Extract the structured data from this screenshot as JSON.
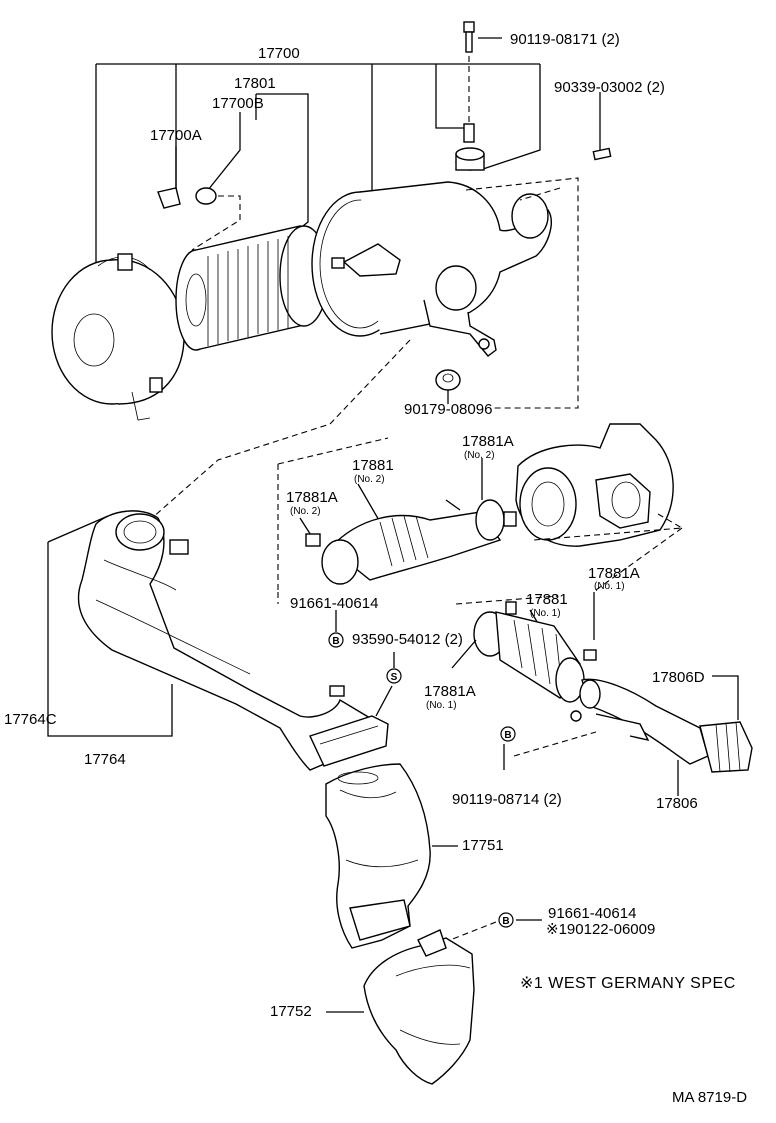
{
  "labels": {
    "p17700": "17700",
    "p17801": "17801",
    "p17700B": "17700B",
    "p17700A": "17700A",
    "p90119_08171": "90119-08171 (2)",
    "p90339_03002": "90339-03002 (2)",
    "p90179_08096": "90179-08096",
    "p17881_no2": "17881",
    "p17881_no2_sub": "(No. 2)",
    "p17881A_top": "17881A",
    "p17881A_top_sub": "(No. 2)",
    "p17881A_left": "17881A",
    "p17881A_left_sub": "(No. 2)",
    "p91661_40614_a": "91661-40614",
    "p93590_54012": "93590-54012 (2)",
    "p17881A_no1_right": "17881A",
    "p17881A_no1_right_sub": "(No. 1)",
    "p17881_no1": "17881",
    "p17881_no1_sub": "(No. 1)",
    "p17881A_no1_low": "17881A",
    "p17881A_no1_low_sub": "(No. 1)",
    "p17806D": "17806D",
    "p17764C": "17764C",
    "p17764": "17764",
    "p90119_08714": "90119-08714 (2)",
    "p17806": "17806",
    "p17751": "17751",
    "p91661_40614_b": "91661-40614",
    "p90122_06009": "※190122-06009",
    "p17752": "17752",
    "spec_note": "※1 WEST GERMANY SPEC",
    "drawing_no": "MA 8719-D"
  },
  "markers": {
    "b1": "B",
    "s1": "S",
    "b2": "B",
    "b3": "B"
  },
  "colors": {
    "line": "#000000",
    "background": "#ffffff"
  }
}
